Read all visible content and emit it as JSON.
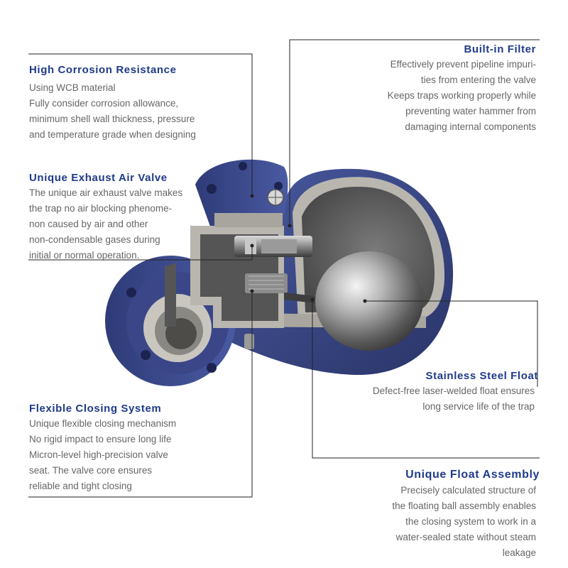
{
  "callouts": {
    "corrosion": {
      "title": "High Corrosion Resistance",
      "lines": [
        "Using WCB material",
        "Fully consider corrosion allowance,",
        "minimum shell wall thickness, pressure",
        "and temperature grade when designing"
      ]
    },
    "exhaust": {
      "title": "Unique Exhaust Air Valve",
      "lines": [
        "The unique air exhaust valve makes",
        "the trap no air blocking phenome-",
        "non caused by air and other",
        "non-condensable gases during",
        "initial or normal operation."
      ]
    },
    "closing": {
      "title": "Flexible Closing System",
      "lines": [
        "Unique flexible closing mechanism",
        "No rigid impact to ensure long life",
        "Micron-level high-precision valve",
        "seat. The valve core ensures",
        "reliable and tight closing"
      ]
    },
    "filter": {
      "title": "Built-in Filter",
      "lines": [
        "Effectively prevent pipeline impuri-",
        "ties from entering the valve",
        "Keeps traps working properly while",
        "preventing water hammer from",
        "damaging internal components"
      ]
    },
    "float": {
      "title": "Stainless Steel Float",
      "lines": [
        "Defect-free laser-welded float ensures",
        "long service life of the trap"
      ]
    },
    "assembly": {
      "title": "Unique Float Assembly",
      "lines": [
        "Precisely calculated structure of",
        "the floating ball assembly enables",
        "the closing system to work in a",
        "water-sealed state without steam",
        "leakage"
      ]
    }
  },
  "colors": {
    "title": "#1f3a8a",
    "body_text": "#666666",
    "leader_line": "#222222",
    "valve_body": "#3d4a8c",
    "valve_body_dark": "#2c3670",
    "cut_surface": "#b9b6b0",
    "interior": "#6e6e6e",
    "float": "#9a9a9a"
  }
}
